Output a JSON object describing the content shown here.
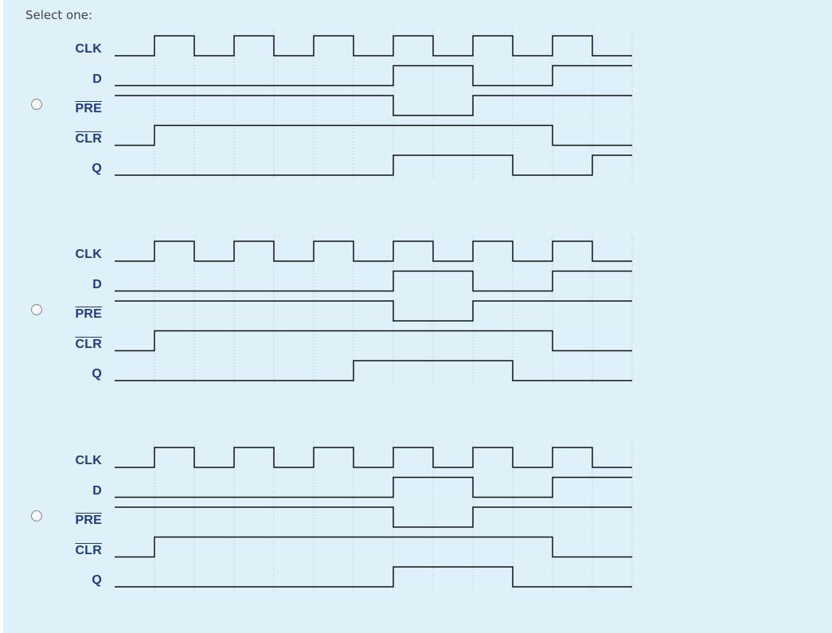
{
  "prompt": "Select one:",
  "signals": [
    {
      "key": "clk",
      "label": "CLK",
      "overbar": false
    },
    {
      "key": "d",
      "label": "D",
      "overbar": false
    },
    {
      "key": "pre",
      "label": "PRE",
      "overbar": true
    },
    {
      "key": "clr",
      "label": "CLR",
      "overbar": true
    },
    {
      "key": "q",
      "label": "Q",
      "overbar": false
    }
  ],
  "options": [
    {
      "selected": false,
      "waves": {
        "clk": [
          0,
          1,
          0,
          1,
          0,
          1,
          0,
          1,
          0,
          1,
          0,
          1,
          0
        ],
        "d": [
          0,
          0,
          0,
          0,
          0,
          0,
          0,
          1,
          1,
          0,
          0,
          1,
          1
        ],
        "pre": [
          1,
          1,
          1,
          1,
          1,
          1,
          1,
          0,
          0,
          1,
          1,
          1,
          1
        ],
        "clr": [
          0,
          1,
          1,
          1,
          1,
          1,
          1,
          1,
          1,
          1,
          1,
          0,
          0
        ],
        "q": [
          0,
          0,
          0,
          0,
          0,
          0,
          0,
          1,
          1,
          1,
          0,
          0,
          1
        ]
      }
    },
    {
      "selected": false,
      "waves": {
        "clk": [
          0,
          1,
          0,
          1,
          0,
          1,
          0,
          1,
          0,
          1,
          0,
          1,
          0
        ],
        "d": [
          0,
          0,
          0,
          0,
          0,
          0,
          0,
          1,
          1,
          0,
          0,
          1,
          1
        ],
        "pre": [
          1,
          1,
          1,
          1,
          1,
          1,
          1,
          0,
          0,
          1,
          1,
          1,
          1
        ],
        "clr": [
          0,
          1,
          1,
          1,
          1,
          1,
          1,
          1,
          1,
          1,
          1,
          0,
          0
        ],
        "q": [
          0,
          0,
          0,
          0,
          0,
          0,
          1,
          1,
          1,
          1,
          0,
          0,
          0
        ]
      }
    },
    {
      "selected": false,
      "waves": {
        "clk": [
          0,
          1,
          0,
          1,
          0,
          1,
          0,
          1,
          0,
          1,
          0,
          1,
          0
        ],
        "d": [
          0,
          0,
          0,
          0,
          0,
          0,
          0,
          1,
          1,
          0,
          0,
          1,
          1
        ],
        "pre": [
          1,
          1,
          1,
          1,
          1,
          1,
          1,
          0,
          0,
          1,
          1,
          1,
          1
        ],
        "clr": [
          0,
          1,
          1,
          1,
          1,
          1,
          1,
          1,
          1,
          1,
          1,
          0,
          0
        ],
        "q": [
          0,
          0,
          0,
          0,
          0,
          0,
          0,
          1,
          1,
          1,
          0,
          0,
          0
        ]
      }
    }
  ],
  "colors": {
    "panel": "#def0f8",
    "trace": "#111111",
    "label": "#1f3a8a",
    "grid": "#c4d4dc"
  }
}
